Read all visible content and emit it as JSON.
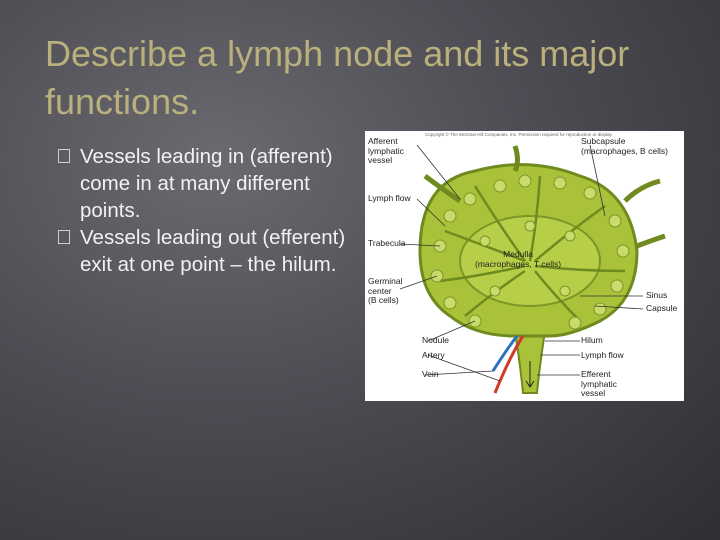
{
  "slide": {
    "title": "Describe a lymph node and its major functions.",
    "bullets": [
      "Vessels leading in (afferent) come in at many different points.",
      "Vessels leading out (efferent) exit at one point – the hilum."
    ]
  },
  "figure": {
    "copyright": "Copyright © The McGraw-Hill Companies, Inc. Permission required for reproduction or display.",
    "labels": {
      "afferent": "Afferent\nlymphatic\nvessel",
      "subcapsule": "Subcapsule\n(macrophages, B cells)",
      "lymph_flow_left": "Lymph flow",
      "trabecula": "Trabecula",
      "medulla": "Medulla\n(macrophages, T cells)",
      "germinal": "Germinal\ncenter\n(B cells)",
      "sinus": "Sinus",
      "capsule": "Capsule",
      "nodule": "Nodule",
      "artery": "Artery",
      "vein": "Vein",
      "hilum": "Hilum",
      "lymph_flow_right": "Lymph flow",
      "efferent": "Efferent\nlymphatic\nvessel"
    }
  },
  "colors": {
    "title": "#b9b07c",
    "body_text": "#f2f2f2",
    "node_green": "#a9c23a",
    "node_dark": "#6f8a1e",
    "artery": "#d23a2a",
    "vein": "#2e6fc0"
  }
}
